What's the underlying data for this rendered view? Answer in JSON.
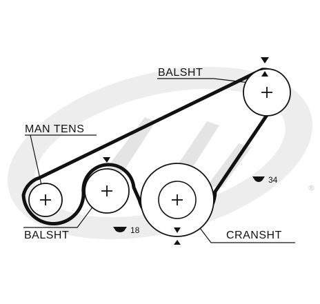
{
  "colors": {
    "belt": "#111111",
    "pulley": "#111111",
    "watermark": "#e6e6e6",
    "background": "#ffffff"
  },
  "watermark": {
    "registered_mark": "®",
    "logo_icon": "gates-logo-watermark-icon"
  },
  "labels": {
    "balsht_top": "BALSHT",
    "man_tens": "MAN TENS",
    "balsht_bottom": "BALSHT",
    "cransht": "CRANSHT"
  },
  "markers": {
    "right_span": "34",
    "lower_span": "18"
  },
  "icons": {
    "timing_mark": "triangle-marker-icon",
    "tooth_count": "belt-tooth-icon",
    "pulley_center": "crosshair-icon"
  }
}
